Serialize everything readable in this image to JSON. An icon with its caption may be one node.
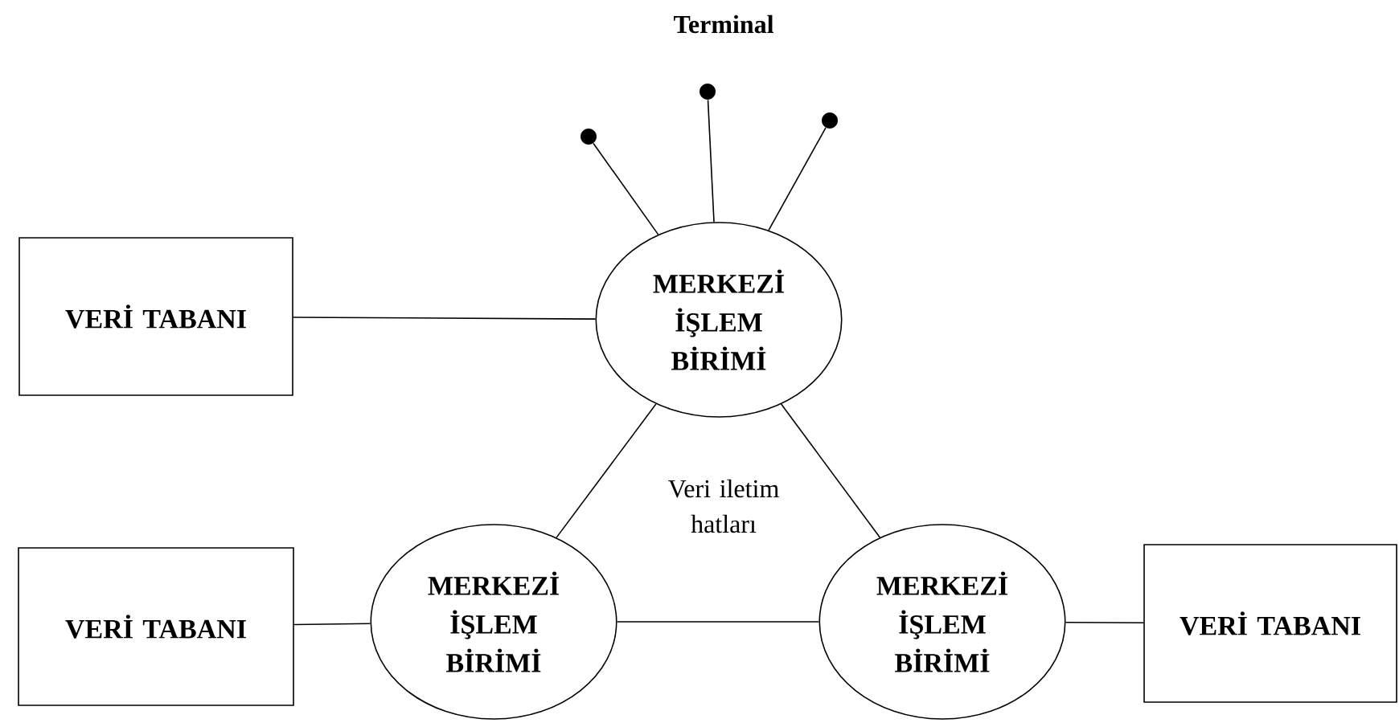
{
  "diagram": {
    "nodes": [
      {
        "text": [
          "VERİ TABANI"
        ]
      },
      {
        "text": [
          "MERKEZİ İŞLEM BİRİMİ"
        ]
      },
      {
        "text": [],
        "shape": "circle"
      },
      {
        "text": [],
        "shape": "circle"
      },
      {
        "text": [],
        "shape": "circle"
      },
      {
        "text": [
          "VERİ TABANI"
        ]
      },
      {
        "text": [
          "MERKEZİ İŞLEM BİRİMİ"
        ]
      },
      {
        "text": [
          "MERKEZİ İŞLEM BİRİMİ"
        ]
      },
      {
        "text": [
          "VERİ TABANI"
        ]
      }
    ],
    "edges": [
      {
        "from": 0,
        "to": 1,
        "arrow": "none"
      },
      {
        "from": 1,
        "to": 2,
        "arrow": "none"
      },
      {
        "from": 1,
        "to": 3,
        "arrow": "none"
      },
      {
        "from": 1,
        "to": 4,
        "arrow": "none"
      },
      {
        "from": 1,
        "to": 6,
        "arrow": "none"
      },
      {
        "from": 1,
        "to": 7,
        "arrow": "none"
      },
      {
        "from": 5,
        "to": 6,
        "arrow": "none"
      },
      {
        "from": 6,
        "to": 7,
        "arrow": "none"
      },
      {
        "from": 7,
        "to": 8,
        "arrow": "none"
      }
    ],
    "labels": [
      "Terminal",
      "Veri iletim hatları"
    ]
  }
}
